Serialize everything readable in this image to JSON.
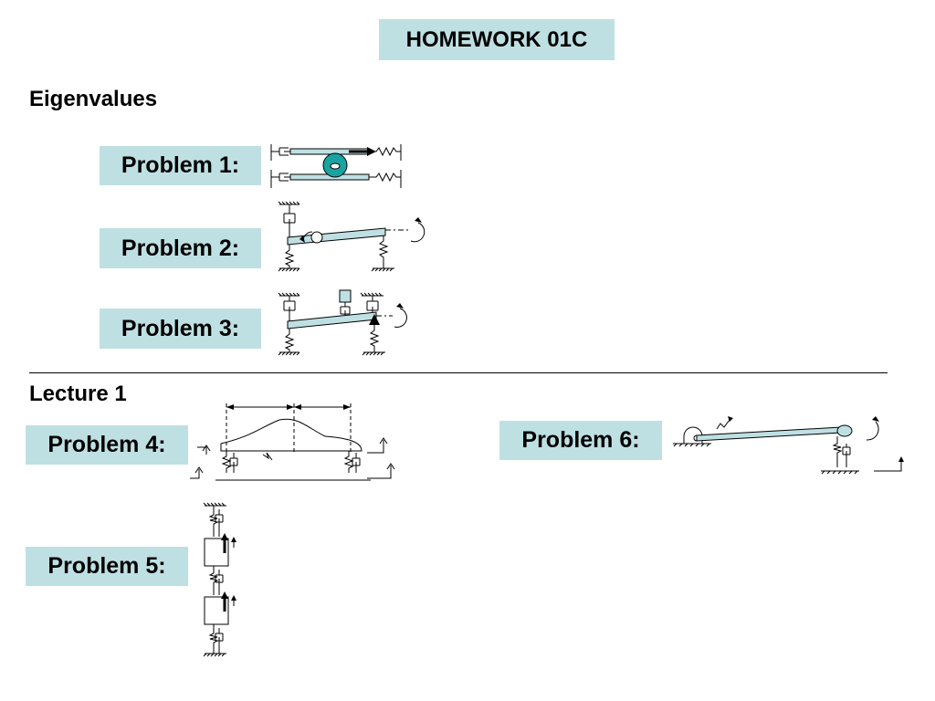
{
  "title": "HOMEWORK 01C",
  "sections": {
    "eigenvalues": "Eigenvalues",
    "lecture": "Lecture 1"
  },
  "problems": {
    "p1": "Problem 1:",
    "p2": "Problem 2:",
    "p3": "Problem 3:",
    "p4": "Problem 4:",
    "p5": "Problem 5:",
    "p6": "Problem 6:"
  },
  "colors": {
    "box_fill": "#bfe0e3",
    "teal_dark": "#1aa3a3"
  }
}
